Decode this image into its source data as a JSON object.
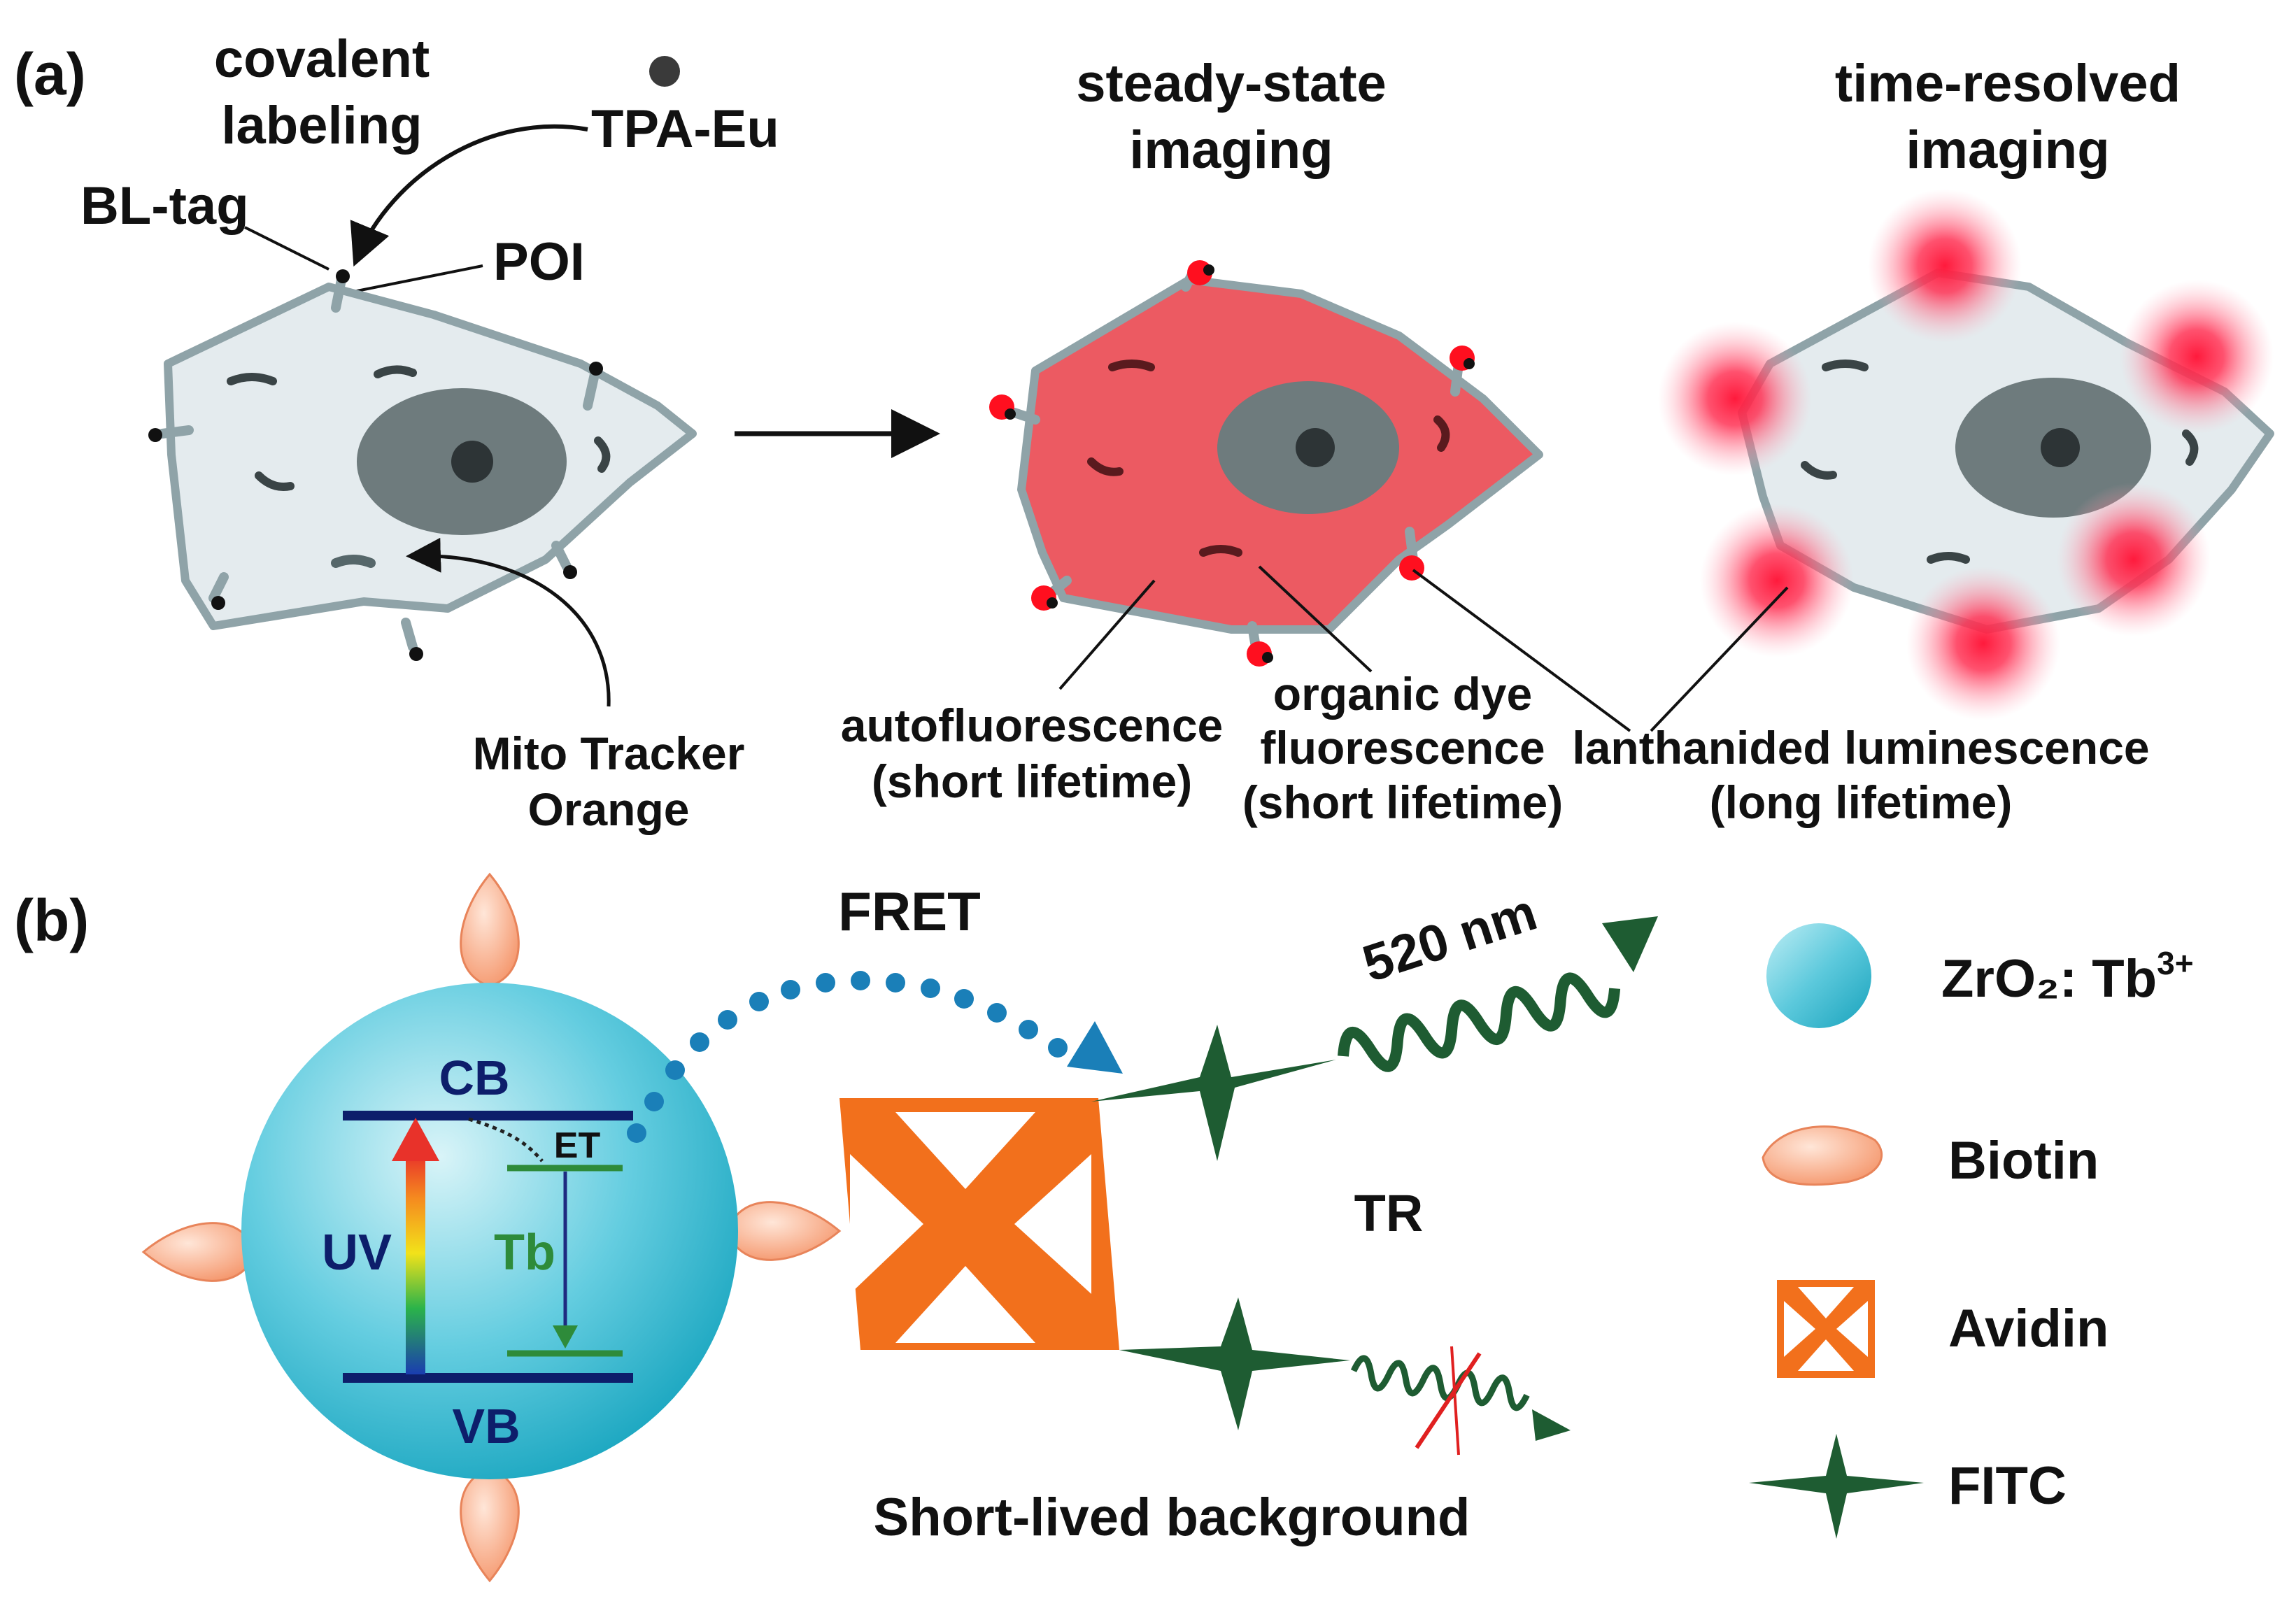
{
  "panel_a": {
    "label": "(a)",
    "covalent_labeling": [
      "covalent",
      "labeling"
    ],
    "tpa_eu": "TPA-Eu",
    "bl_tag": "BL-tag",
    "poi": "POI",
    "mito_tracker": [
      "Mito Tracker",
      "Orange"
    ],
    "steady_state": [
      "steady-state",
      "imaging"
    ],
    "time_resolved": [
      "time-resolved",
      "imaging"
    ],
    "autofluorescence": [
      "autofluorescence",
      "(short lifetime)"
    ],
    "organic_dye": [
      "organic dye",
      "fluorescence",
      "(short lifetime)"
    ],
    "lanthanide": [
      "lanthanided luminescence",
      "(long lifetime)"
    ]
  },
  "panel_b": {
    "label": "(b)",
    "fret": "FRET",
    "wavelength": "520 nm",
    "cb": "CB",
    "vb": "VB",
    "et": "ET",
    "uv": "UV",
    "tb": "Tb",
    "tr": "TR",
    "background": "Short-lived background",
    "legend": {
      "zro2_main": "ZrO₂: Tb",
      "zro2_sup": "3+",
      "biotin": "Biotin",
      "avidin": "Avidin",
      "fitc": "FITC"
    }
  },
  "colors": {
    "cell_fill": "#e4ebee",
    "cell_outline": "#8fa3a8",
    "nucleus": "#6e7b7d",
    "steady_fill": "#ec5a62",
    "lanthanide_glow": "#ff1a3c",
    "nanoparticle": "#3cbed2",
    "band": "#0d1e6b",
    "tb_green": "#2e8b3a",
    "fret_dots": "#1a7fb8",
    "fitc": "#1e5c32",
    "avidin": "#f2701c",
    "biotin": "#f6a27c",
    "crossout": "#e02020"
  }
}
